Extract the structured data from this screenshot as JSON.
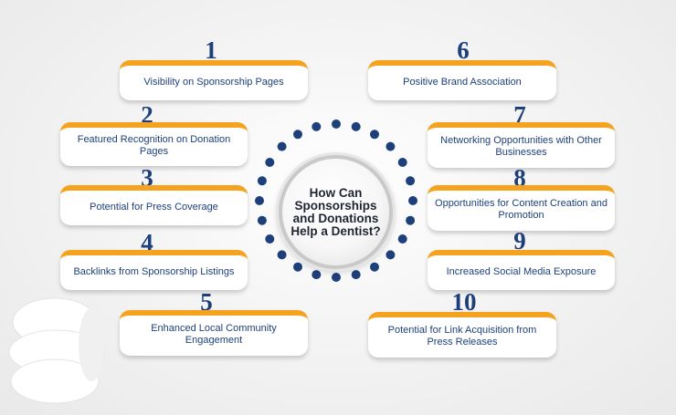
{
  "hub": {
    "title": "How Can Sponsorships and Donations Help a Dentist?"
  },
  "benefits": [
    {
      "number": "1",
      "label": "Visibility on Sponsorship Pages"
    },
    {
      "number": "2",
      "label": "Featured Recognition on Donation Pages"
    },
    {
      "number": "3",
      "label": "Potential for Press Coverage"
    },
    {
      "number": "4",
      "label": "Backlinks from Sponsorship Listings"
    },
    {
      "number": "5",
      "label": "Enhanced Local Community Engagement"
    },
    {
      "number": "6",
      "label": "Positive Brand Association"
    },
    {
      "number": "7",
      "label": "Networking Opportunities with Other Businesses"
    },
    {
      "number": "8",
      "label": "Opportunities for Content Creation and Promotion"
    },
    {
      "number": "9",
      "label": "Increased Social Media Exposure"
    },
    {
      "number": "10",
      "label": "Potential for Link Acquisition from Press Releases"
    }
  ],
  "colors": {
    "accent": "#f5a21e",
    "text": "#1d3f7a",
    "dots": "#1d3f7a"
  }
}
